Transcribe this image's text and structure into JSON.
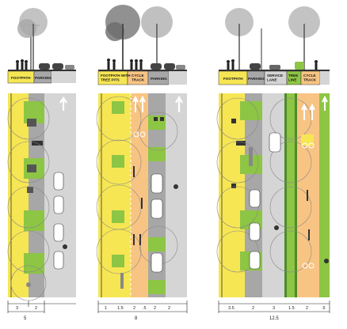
{
  "colors": {
    "footpath": "#f6e653",
    "cycle": "#f8c483",
    "parking": "#a7a7a7",
    "carriageway": "#d5d5d5",
    "green": "#8dc544",
    "darkgreen": "#4f8a2a",
    "tree_dark": "#5c5c5c",
    "tree_light": "#a5a5a5",
    "arrow": "#ffffff"
  },
  "panels": [
    {
      "labels": [
        "FOOTPATH",
        "PARKING"
      ],
      "dims": [
        "3",
        "2"
      ],
      "total": "5"
    },
    {
      "labels": [
        "FOOTPATH WITH TREE PITS",
        "CYCLE TRACK",
        "PARKING"
      ],
      "dims": [
        "1",
        "1.5",
        "2",
        ".5",
        "2",
        "2"
      ],
      "total": "8"
    },
    {
      "labels": [
        "FOOTPATH",
        "PARKING",
        "SERVICE LANE",
        "TREE LINE",
        "CYCLE TRACK"
      ],
      "dims": [
        "3.5",
        "2",
        "3",
        "1.5",
        "2",
        ".5"
      ],
      "total": "12.5"
    }
  ]
}
